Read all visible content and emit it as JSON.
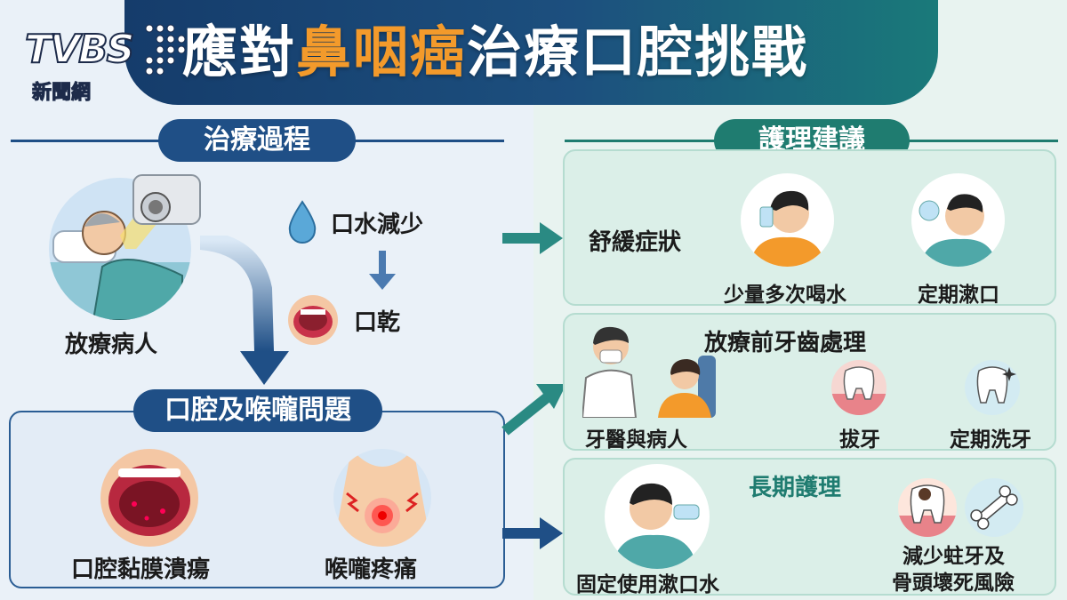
{
  "logo": {
    "brand": "TVBS",
    "sub": "新聞網"
  },
  "title": {
    "prefix": "應對",
    "highlight": "鼻咽癌",
    "suffix": "治療口腔挑戰"
  },
  "left": {
    "process_header": "治療過程",
    "patient_label": "放療病人",
    "saliva_label": "口水減少",
    "dry_mouth_label": "口乾",
    "problems_header": "口腔及喉嚨問題",
    "ulcer_label": "口腔黏膜潰瘍",
    "throat_label": "喉嚨疼痛"
  },
  "right": {
    "advice_header": "護理建議",
    "relief": {
      "title": "舒緩症狀",
      "drink_label": "少量多次喝水",
      "rinse_label": "定期漱口"
    },
    "dental": {
      "title": "放療前牙齒處理",
      "dentist_label": "牙醫與病人",
      "extract_label": "拔牙",
      "clean_label": "定期洗牙"
    },
    "longterm": {
      "title": "長期護理",
      "mouthwash_label": "固定使用漱口水",
      "risk_label_1": "減少蛀牙及",
      "risk_label_2": "骨頭壞死風險"
    }
  },
  "colors": {
    "navy": "#1f4f86",
    "teal": "#1f7c70",
    "orange": "#f39a2b"
  }
}
